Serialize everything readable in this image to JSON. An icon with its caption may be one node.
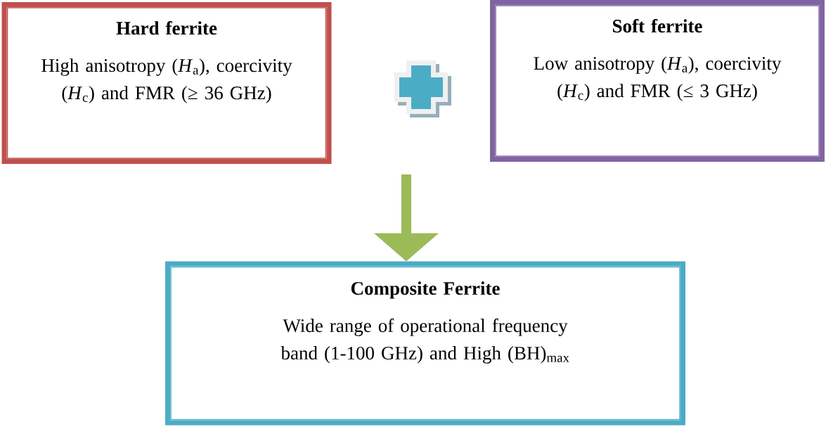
{
  "diagram": {
    "nodes": [
      {
        "text": [
          "Hard ferrite",
          "High anisotropy (*H*$_{a}$), coercivity (*H*$_{c}$) and FMR (≥ 36 GHz)"
        ]
      },
      {
        "text": [
          "Soft ferrite",
          "Low anisotropy (*H*$_{a}$), coercivity (*H*$_{c}$) and FMR (≤ 3 GHz)"
        ]
      },
      {
        "text": [
          "Composite Ferrite",
          "Wide range of operational frequency band (1-100 GHz) and High (BH)$_{max}$"
        ]
      }
    ],
    "edges": [
      {
        "from": null,
        "to": 2,
        "arrow": "to",
        "color": "#9bbb59"
      }
    ]
  }
}
